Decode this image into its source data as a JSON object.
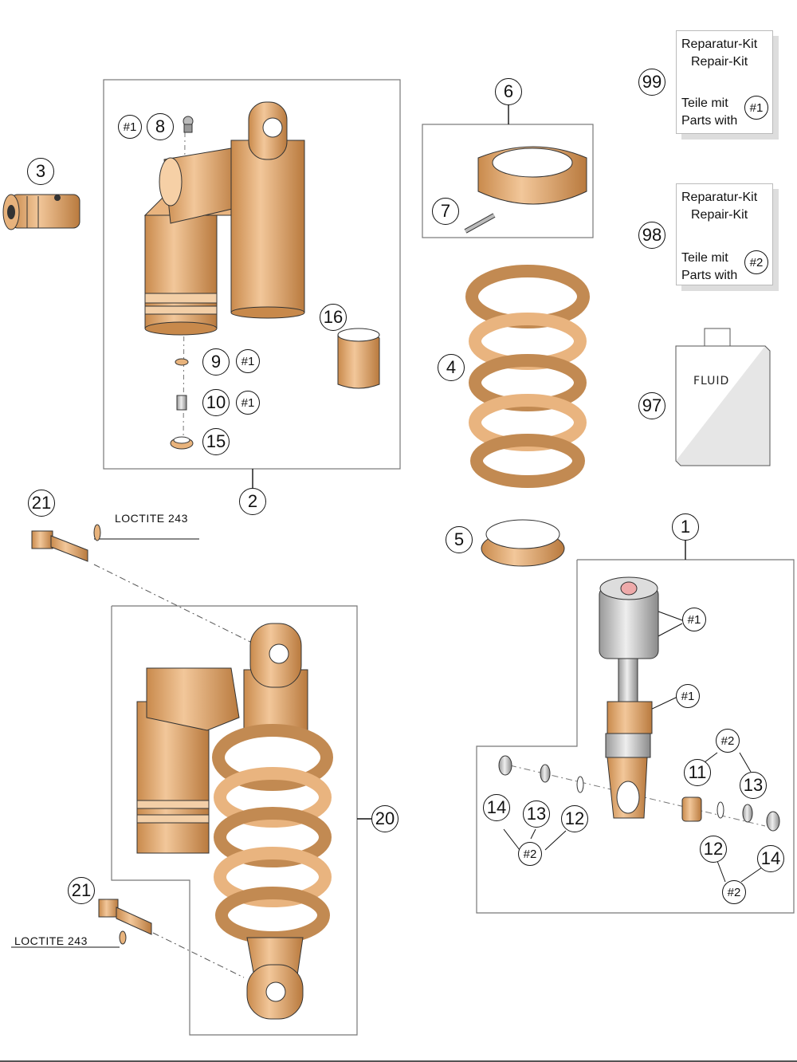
{
  "callouts": {
    "c1": "1",
    "c2": "2",
    "c3": "3",
    "c4": "4",
    "c5": "5",
    "c6": "6",
    "c7": "7",
    "c8": "8",
    "c9": "9",
    "c10": "10",
    "c11": "11",
    "c12a": "12",
    "c12b": "12",
    "c13a": "13",
    "c13b": "13",
    "c14a": "14",
    "c14b": "14",
    "c15": "15",
    "c16": "16",
    "c20": "20",
    "c21a": "21",
    "c21b": "21",
    "c97": "97",
    "c98": "98",
    "c99": "99"
  },
  "tags": {
    "t8": "#1",
    "t9": "#1",
    "t10": "#1",
    "t1a": "#1",
    "t1b": "#1",
    "t2a": "#2",
    "t2b": "#2",
    "t2c": "#2"
  },
  "labels": {
    "loctite_top": "LOCTITE 243",
    "loctite_bottom": "LOCTITE 243"
  },
  "kits": {
    "kit99": {
      "line1": "Reparatur-Kit",
      "line2": "Repair-Kit",
      "line3": "Teile mit",
      "line4": "Parts with",
      "tag": "#1"
    },
    "kit98": {
      "line1": "Reparatur-Kit",
      "line2": "Repair-Kit",
      "line3": "Teile mit",
      "line4": "Parts with",
      "tag": "#2"
    }
  },
  "fluid": {
    "label": "FLUID"
  },
  "icons": [
    "ktm-logo-icon"
  ]
}
